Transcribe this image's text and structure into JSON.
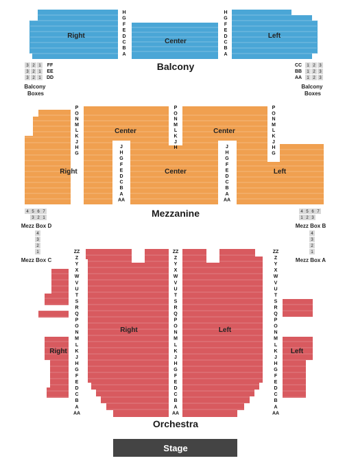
{
  "colors": {
    "balcony": "#4aa6d6",
    "mezzanine": "#f0a050",
    "orchestra": "#d85a5f",
    "stage": "#444444",
    "box": "#d9d9d9"
  },
  "levels": {
    "balcony": "Balcony",
    "mezzanine": "Mezzanine",
    "orchestra": "Orchestra",
    "stage": "Stage"
  },
  "sections": {
    "balcony_right": "Right",
    "balcony_center": "Center",
    "balcony_left": "Left",
    "mezz_center_upper_left": "Center",
    "mezz_center_upper_right": "Center",
    "mezz_right": "Right",
    "mezz_center": "Center",
    "mezz_left": "Left",
    "orch_right_main": "Right",
    "orch_left_main": "Left",
    "orch_right_side": "Right",
    "orch_left_side": "Left"
  },
  "rows": {
    "balcony": [
      "H",
      "G",
      "F",
      "E",
      "D",
      "C",
      "B",
      "A"
    ],
    "balcony_boxes": [
      "FF",
      "EE",
      "DD"
    ],
    "balcony_boxes_right": [
      "CC",
      "BB",
      "AA"
    ],
    "mezz_upper": [
      "P",
      "O",
      "N",
      "M",
      "L",
      "K",
      "J",
      "H",
      "G"
    ],
    "mezz_mid": [
      "P",
      "O",
      "N",
      "M",
      "L",
      "K",
      "J",
      "H"
    ],
    "mezz_lower": [
      "J",
      "H",
      "G",
      "F",
      "E",
      "D",
      "C",
      "B",
      "A",
      "AA"
    ],
    "orchestra": [
      "ZZ",
      "Z",
      "Y",
      "X",
      "W",
      "V",
      "U",
      "T",
      "S",
      "R",
      "Q",
      "P",
      "O",
      "N",
      "M",
      "L",
      "K",
      "J",
      "H",
      "G",
      "F",
      "E",
      "D",
      "C",
      "B",
      "A",
      "AA"
    ]
  },
  "boxes": {
    "balcony_left_label": "Balcony Boxes",
    "balcony_right_label": "Balcony Boxes",
    "balcony_left_seats": [
      "3",
      "2",
      "1"
    ],
    "balcony_right_seats": [
      "1",
      "2",
      "3"
    ],
    "mezz_box_d": "Mezz Box D",
    "mezz_box_b": "Mezz Box B",
    "mezz_box_c": "Mezz Box C",
    "mezz_box_a": "Mezz Box A",
    "mezz_d_top": [
      "4",
      "5",
      "6",
      "7"
    ],
    "mezz_d_bottom": [
      "3",
      "2",
      "1"
    ],
    "mezz_b_top": [
      "4",
      "5",
      "6",
      "7"
    ],
    "mezz_b_bottom": [
      "1",
      "2",
      "3"
    ],
    "mezz_c_seats": [
      "4",
      "3",
      "2",
      "1"
    ],
    "mezz_a_seats": [
      "4",
      "3",
      "2",
      "1"
    ]
  }
}
